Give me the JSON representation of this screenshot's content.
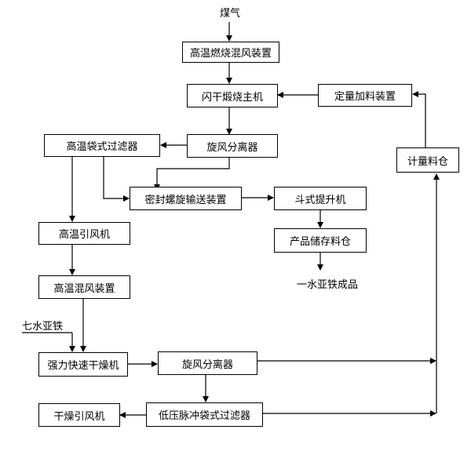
{
  "diagram": {
    "input_label": "煤气",
    "output_label": "一水亚铁成品",
    "raw_material_label": "七水亚铁",
    "nodes": {
      "burner": "高温燃烧混风装置",
      "calciner": "闪干煅烧主机",
      "feeder": "定量加料装置",
      "bag_filter_hot": "高温袋式过滤器",
      "cyclone_top": "旋风分离器",
      "bin_meter": "计量料仓",
      "screw_conveyor": "密封螺旋输送装置",
      "bucket_elevator": "斗式提升机",
      "product_bin": "产品储存料仓",
      "fan_hot": "高温引风机",
      "mixer_hot": "高温混风装置",
      "dryer": "强力快速干燥机",
      "cyclone_bottom": "旋风分离器",
      "fan_dry": "干燥引风机",
      "bag_filter_lp": "低压脉冲袋式过滤器"
    }
  }
}
